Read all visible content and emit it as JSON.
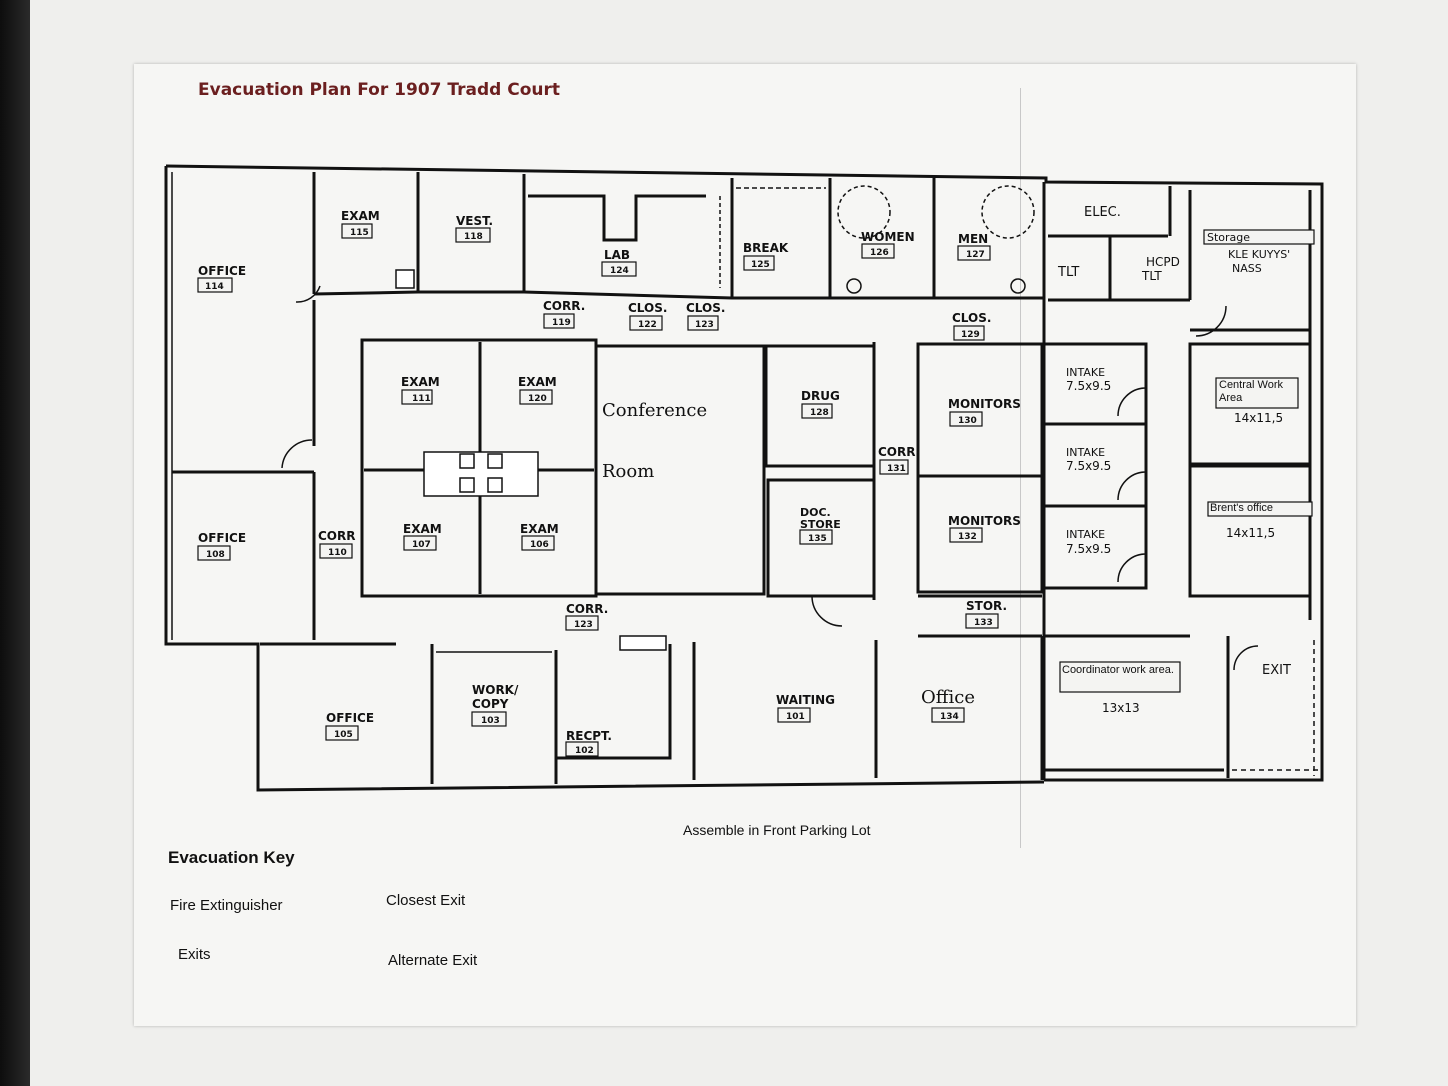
{
  "title": "Evacuation Plan For 1907 Tradd Court",
  "assemble_note": "Assemble in Front Parking Lot",
  "key": {
    "title": "Evacuation Key",
    "fire_extinguisher": "Fire Extinguisher",
    "exits": "Exits",
    "closest_exit": "Closest Exit",
    "alternate_exit": "Alternate Exit"
  },
  "rooms": {
    "office114": {
      "name": "OFFICE",
      "num": "114"
    },
    "exam115": {
      "name": "EXAM",
      "num": "115"
    },
    "vest118": {
      "name": "VEST.",
      "num": "118"
    },
    "lab124": {
      "name": "LAB",
      "num": "124"
    },
    "break125": {
      "name": "BREAK",
      "num": "125"
    },
    "women126": {
      "name": "WOMEN",
      "num": "126"
    },
    "men127": {
      "name": "MEN",
      "num": "127"
    },
    "elec": {
      "name": "ELEC."
    },
    "tlt": {
      "name": "TLT"
    },
    "hcpd": {
      "name": "HCPD",
      "name2": "TLT"
    },
    "storage": {
      "name": "Storage",
      "note1": "KLE KUYYS'",
      "note2": "NASS"
    },
    "corr119": {
      "name": "CORR.",
      "num": "119"
    },
    "clos122": {
      "name": "CLOS.",
      "num": "122"
    },
    "clos123": {
      "name": "CLOS.",
      "num": "123"
    },
    "clos129": {
      "name": "CLOS.",
      "num": "129"
    },
    "exam111": {
      "name": "EXAM",
      "num": "111"
    },
    "exam120": {
      "name": "EXAM",
      "num": "120"
    },
    "conference": {
      "name1": "Conference",
      "name2": "Room"
    },
    "drug128": {
      "name": "DRUG",
      "num": "128"
    },
    "monitors130": {
      "name": "MONITORS",
      "num": "130"
    },
    "intake1": {
      "name": "INTAKE",
      "size": "7.5x9.5"
    },
    "intake2": {
      "name": "INTAKE",
      "size": "7.5x9.5"
    },
    "intake3": {
      "name": "INTAKE",
      "size": "7.5x9.5"
    },
    "central": {
      "name": "Central Work Area",
      "size": "14x11,5"
    },
    "brents": {
      "name": "Brent's office",
      "size": "14x11,5"
    },
    "corr131": {
      "name": "CORR.",
      "num": "131"
    },
    "office108": {
      "name": "OFFICE",
      "num": "108"
    },
    "corr110": {
      "name": "CORR",
      "num": "110"
    },
    "exam107": {
      "name": "EXAM",
      "num": "107"
    },
    "exam106": {
      "name": "EXAM",
      "num": "106"
    },
    "docstore135": {
      "name": "DOC.",
      "name2": "STORE",
      "num": "135"
    },
    "monitors132": {
      "name": "MONITORS",
      "num": "132"
    },
    "stor133": {
      "name": "STOR.",
      "num": "133"
    },
    "corr123": {
      "name": "CORR.",
      "num": "123"
    },
    "office105": {
      "name": "OFFICE",
      "num": "105"
    },
    "workcopy103": {
      "name": "WORK/",
      "name2": "COPY",
      "num": "103"
    },
    "recpt102": {
      "name": "RECPT.",
      "num": "102"
    },
    "waiting101": {
      "name": "WAITING",
      "num": "101"
    },
    "office134": {
      "name": "Office",
      "num": "134"
    },
    "coordinator": {
      "name": "Coordinator work area.",
      "size": "13x13"
    },
    "exit": {
      "name": "EXIT"
    }
  }
}
